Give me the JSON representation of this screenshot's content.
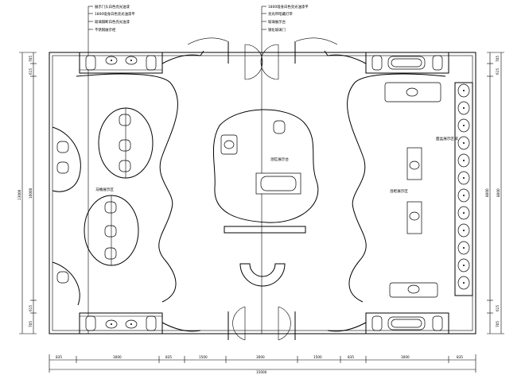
{
  "notes_top_left": [
    "展示门头白色亮光油漆",
    "1800墙身白色亮光油漆平",
    "玻璃隔断白色亮光油漆",
    "不锈钢展示柜"
  ],
  "notes_top_right": [
    "1800墙身白色亮光油漆平",
    "亮光带暗藏灯带",
    "玻璃展示台",
    "钢化玻璃门"
  ],
  "zone_labels": {
    "left": "马桶展示区",
    "center": "浴缸展示台",
    "right": "浴柜展示区",
    "right_wall": "面盆展示区域"
  },
  "dims_bottom_top": [
    "835",
    "3000",
    "835",
    "1500",
    "3000",
    "1500",
    "835",
    "3000",
    "835"
  ],
  "dim_bottom_total": "15000",
  "dims_left": [
    "705",
    "615",
    "10000",
    "615",
    "705"
  ],
  "dim_left_total": "13000",
  "dims_right": [
    "705",
    "615",
    "8000",
    "615",
    "705"
  ],
  "dim_right_total": "8000",
  "colors": {
    "line": "#000000",
    "background": "#ffffff"
  }
}
